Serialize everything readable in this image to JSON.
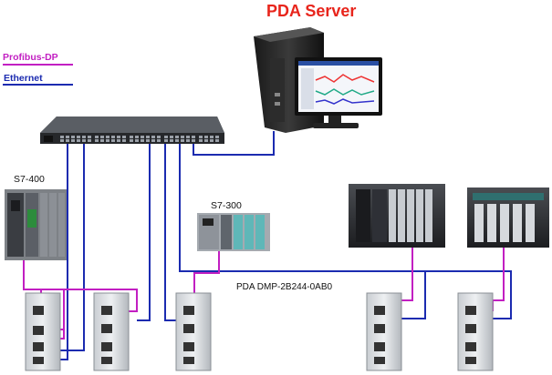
{
  "title": "PDA Server",
  "legend": {
    "profibus_label": "Profibus-DP",
    "ethernet_label": "Ethernet"
  },
  "devices": {
    "s7_400": "S7-400",
    "s7_300": "S7-300",
    "pda_module": "PDA DMP-2B244-0AB0"
  },
  "colors": {
    "profibus": "#c21fc2",
    "ethernet": "#1b2bb0",
    "title": "#e8251c"
  },
  "icons": [
    "server-tower-icon",
    "monitor-icon",
    "network-switch-icon",
    "plc-rack-icon",
    "pda-module-icon"
  ]
}
